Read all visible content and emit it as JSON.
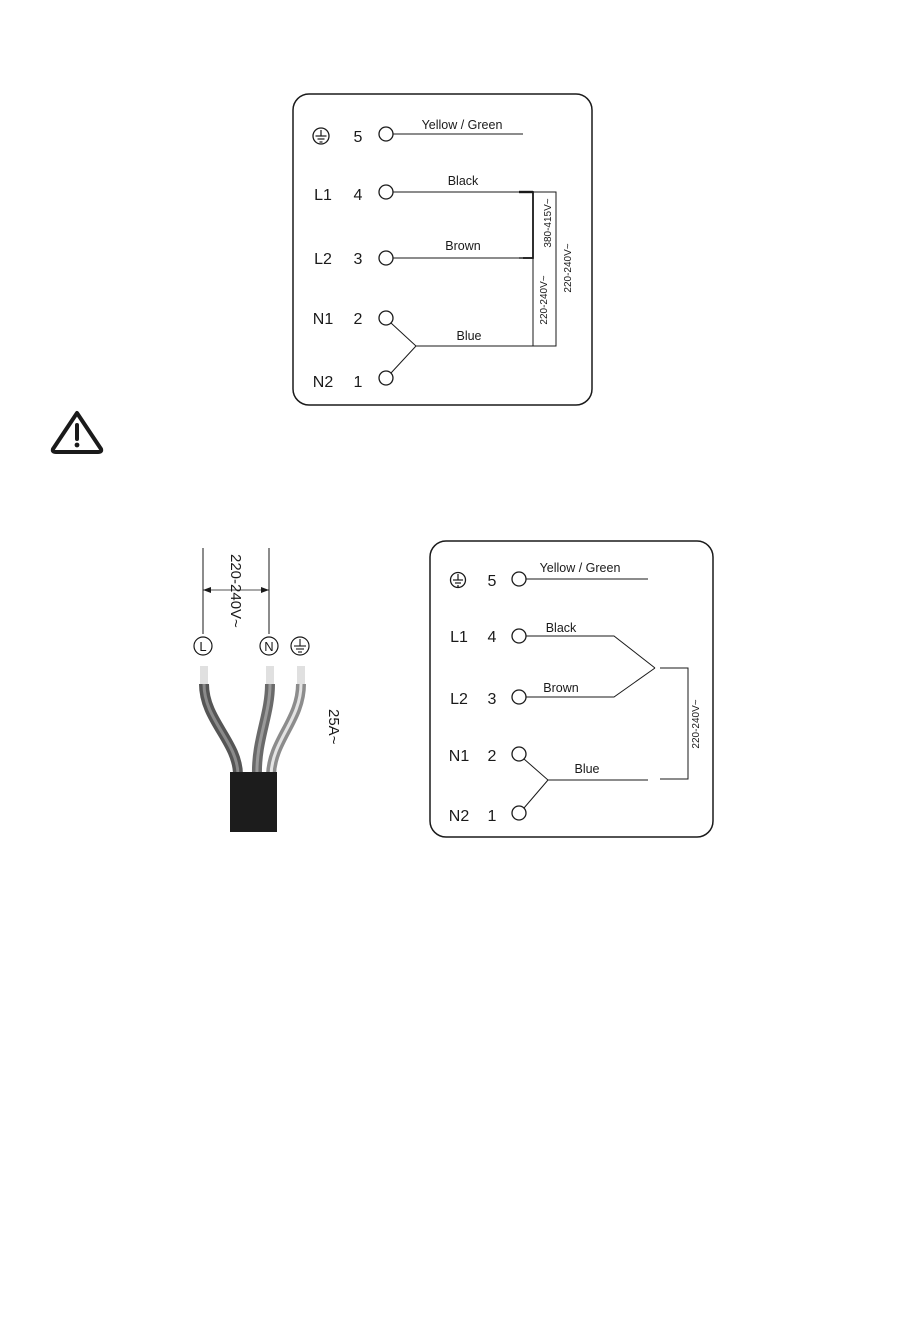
{
  "diagram1": {
    "terminals": [
      {
        "label": "",
        "number": "5",
        "earth": true
      },
      {
        "label": "L1",
        "number": "4"
      },
      {
        "label": "L2",
        "number": "3"
      },
      {
        "label": "N1",
        "number": "2"
      },
      {
        "label": "N2",
        "number": "1"
      }
    ],
    "wires": {
      "yellow_green": "Yellow / Green",
      "black": "Black",
      "brown": "Brown",
      "blue": "Blue"
    },
    "voltages": {
      "line_to_line": "380-415V~",
      "l1_to_neutral": "220-240V~",
      "l2_to_neutral": "220-240V~"
    }
  },
  "warning_icon": "warning-triangle-icon",
  "cable": {
    "voltage": "220-240V~",
    "current": "25A~",
    "terminals": {
      "live": "L",
      "neutral": "N",
      "earth": "earth-icon"
    },
    "colors": {
      "live_wire": "#6e6e6e",
      "neutral_wire": "#8a8a8a",
      "earth_wire": "#bcbcbc",
      "sheath": "#1c1c1c"
    }
  },
  "diagram2": {
    "terminals": [
      {
        "label": "",
        "number": "5",
        "earth": true
      },
      {
        "label": "L1",
        "number": "4"
      },
      {
        "label": "L2",
        "number": "3"
      },
      {
        "label": "N1",
        "number": "2"
      },
      {
        "label": "N2",
        "number": "1"
      }
    ],
    "wires": {
      "yellow_green": "Yellow / Green",
      "black": "Black",
      "brown": "Brown",
      "blue": "Blue"
    },
    "voltage": "220-240V~"
  }
}
